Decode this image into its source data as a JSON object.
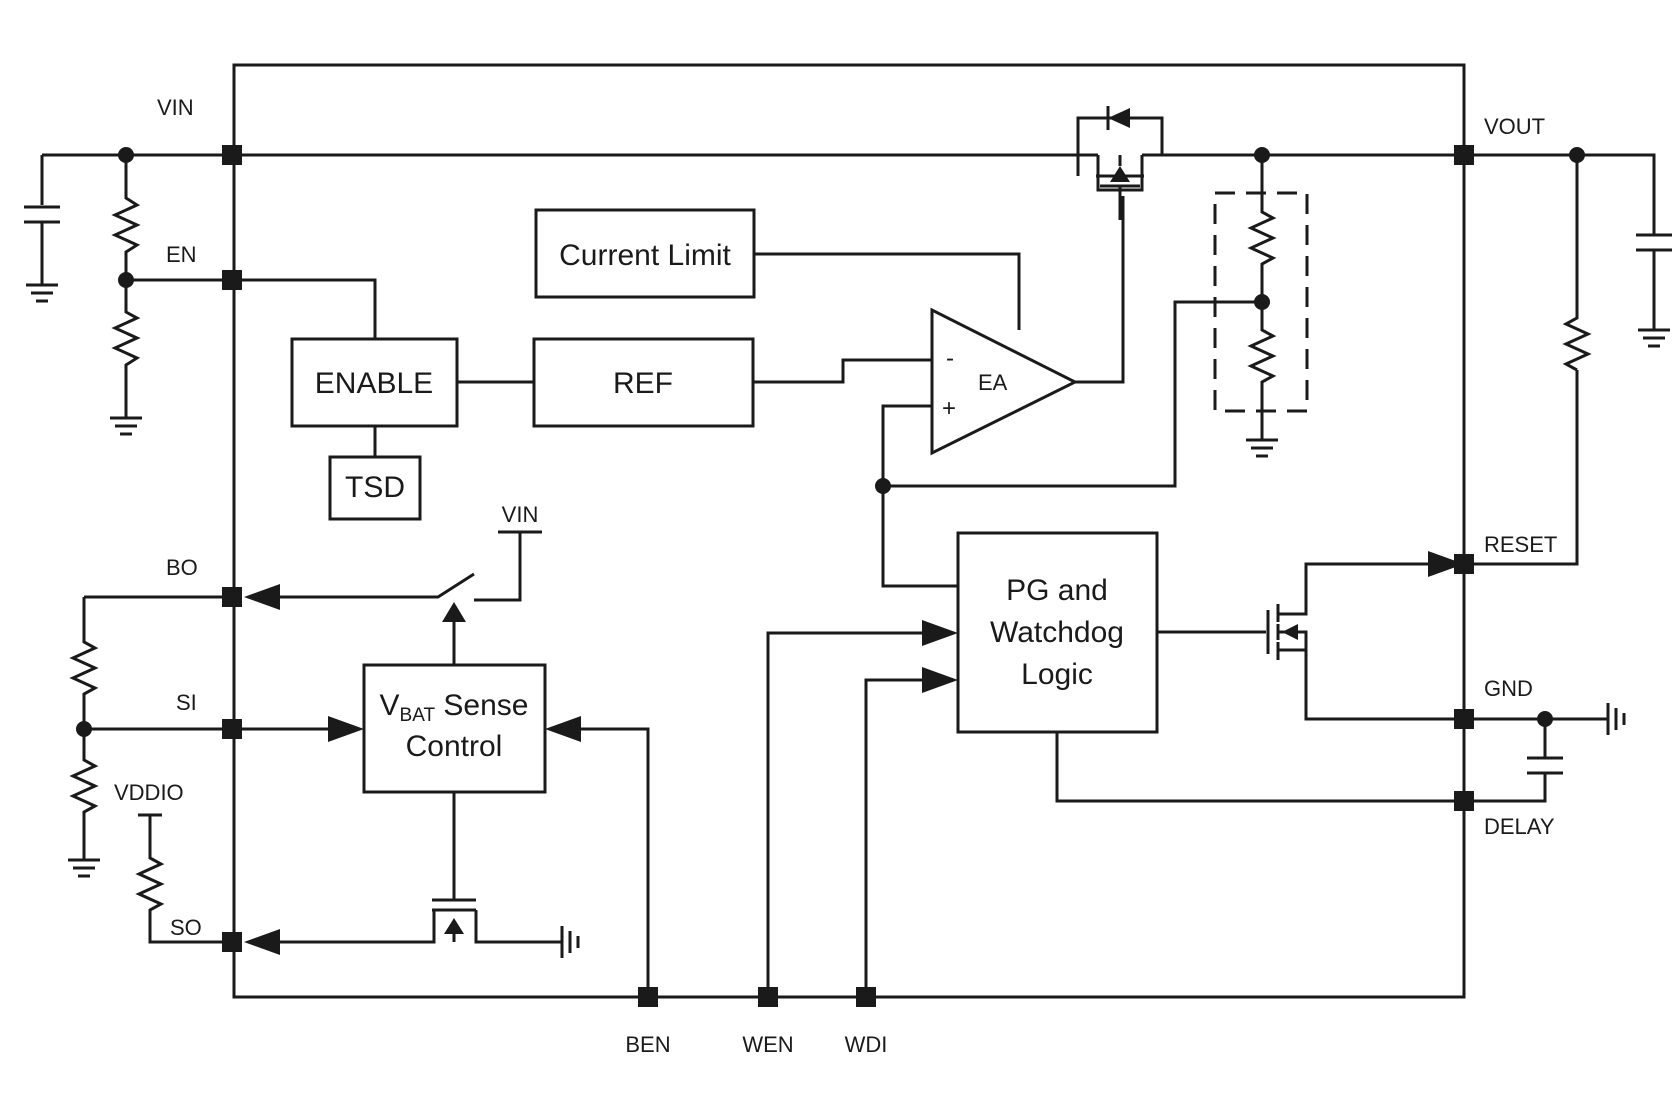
{
  "pins": {
    "vin": "VIN",
    "en": "EN",
    "bo": "BO",
    "si": "SI",
    "vddio": "VDDIO",
    "so": "SO",
    "vout": "VOUT",
    "reset": "RESET",
    "gnd": "GND",
    "delay": "DELAY",
    "ben": "BEN",
    "wen": "WEN",
    "wdi": "WDI"
  },
  "blocks": {
    "current_limit": "Current Limit",
    "enable": "ENABLE",
    "ref": "REF",
    "tsd": "TSD",
    "ea": "EA",
    "ea_minus": "-",
    "ea_plus": "+",
    "pg_line1": "PG and",
    "pg_line2": "Watchdog",
    "pg_line3": "Logic",
    "vbat_main": "V",
    "vbat_sub": "BAT",
    "vbat_rest": " Sense",
    "vbat_line2": "Control"
  },
  "switch_supply_label": "VIN"
}
